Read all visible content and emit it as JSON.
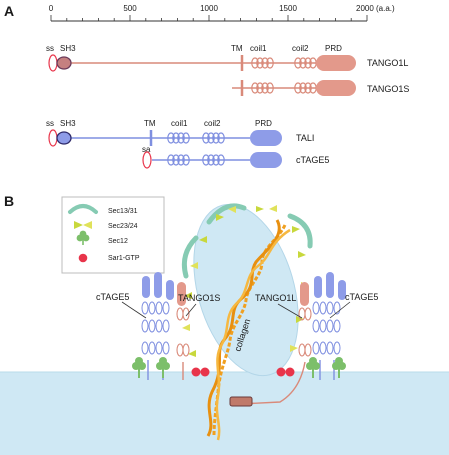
{
  "panels": {
    "a": {
      "label": "A"
    },
    "b": {
      "label": "B"
    }
  },
  "scale": {
    "ticks": [
      "0",
      "500",
      "1000",
      "1500",
      "2000 (a.a.)"
    ]
  },
  "tango": {
    "ss": "ss",
    "sh3": "SH3",
    "tm": "TM",
    "coil1": "coil1",
    "coil2": "coil2",
    "prd": "PRD",
    "long_name": "TANGO1L",
    "short_name": "TANGO1S"
  },
  "tali": {
    "ss": "ss",
    "sh3": "SH3",
    "tm": "TM",
    "coil1": "coil1",
    "coil2": "coil2",
    "prd": "PRD",
    "sa": "sa",
    "tali_name": "TALI",
    "ctage5_name": "cTAGE5"
  },
  "legend": {
    "items": [
      "Sec13/31",
      "Sec23/24",
      "Sec12",
      "Sar1-GTP"
    ]
  },
  "model": {
    "ctage5_left": "cTAGE5",
    "tango1s": "TANGO1S",
    "collagen": "collagen",
    "tango1l": "TANGO1L",
    "ctage5_right": "cTAGE5"
  },
  "colors": {
    "tango_line": "#d98a7a",
    "tango_fill": "#e3998b",
    "tali_line": "#7f8fe0",
    "tali_fill": "#8e9ce8",
    "membrane": "#cfe8f4",
    "collagen": "#f0a020",
    "sec13": "#86cbb3",
    "sec23": "#c8d83c",
    "sec12": "#7cbf6a",
    "sar1": "#e8344a"
  }
}
